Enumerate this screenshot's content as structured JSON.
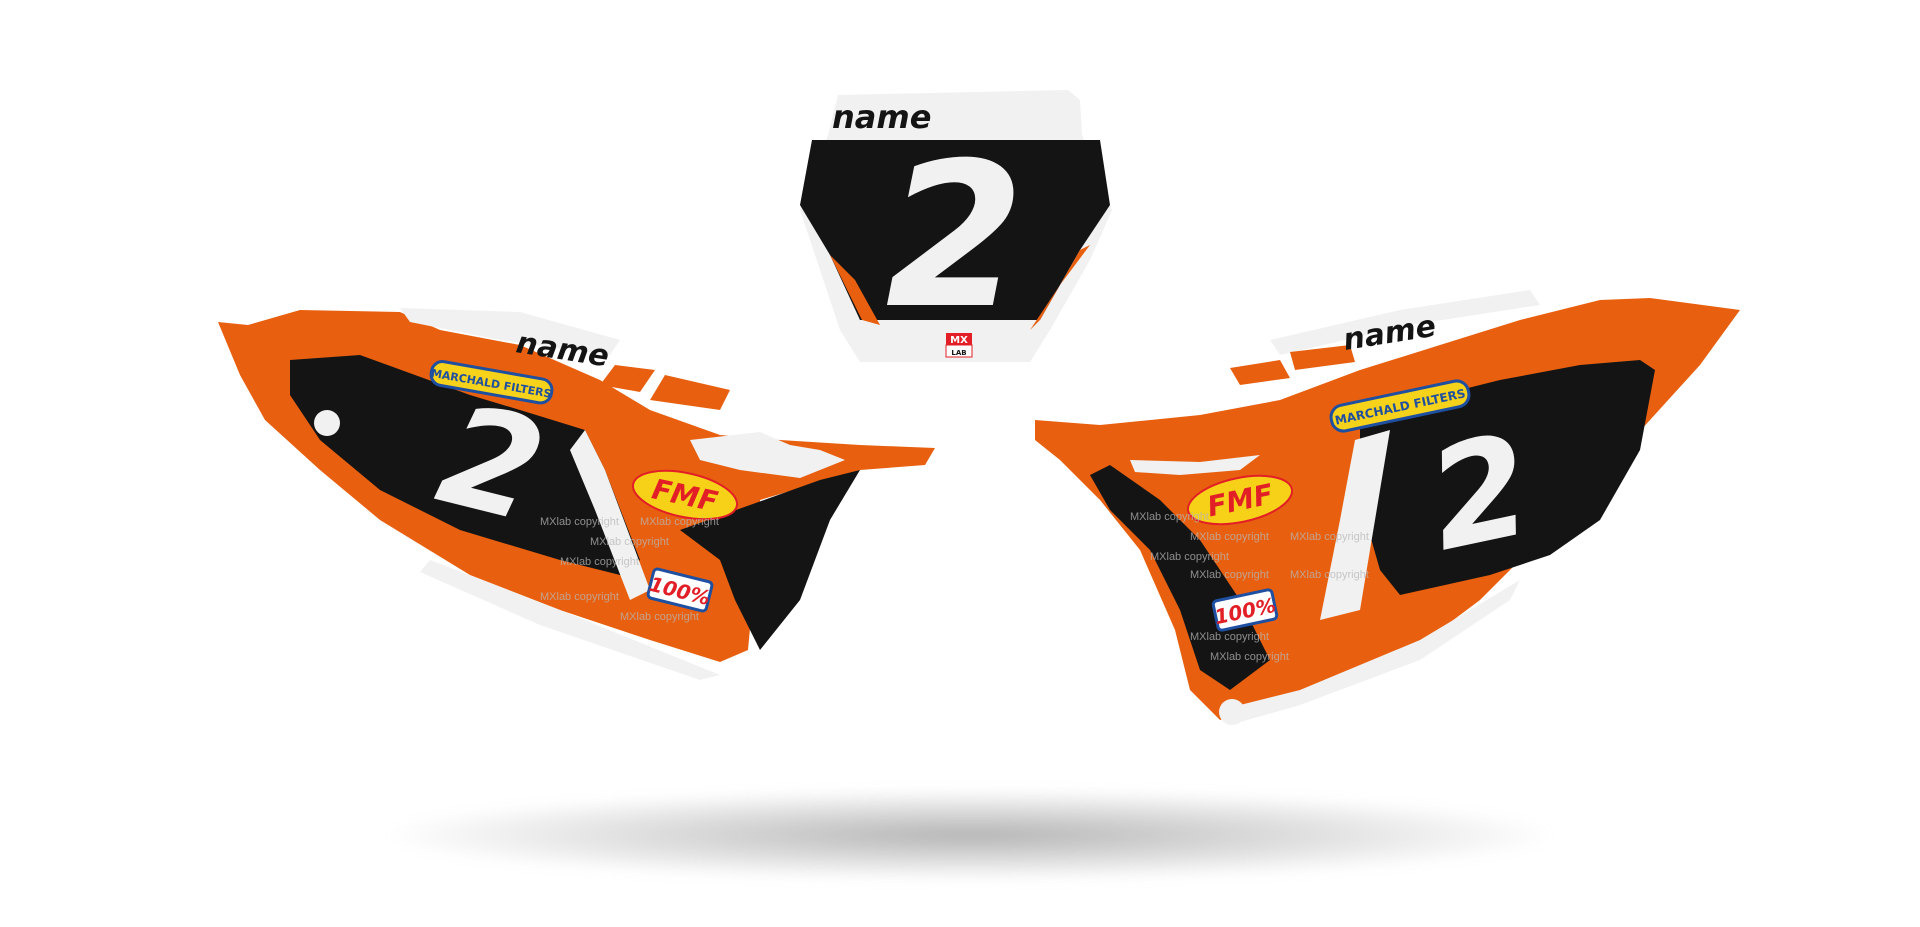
{
  "plates": {
    "front": {
      "name_text": "name",
      "race_number": "2",
      "logo": {
        "top": "MX",
        "bottom": "LAB"
      }
    },
    "left": {
      "name_text": "name",
      "race_number": "2",
      "sponsor_marchald": "MARCHALD FILTERS",
      "sponsor_fmf": "FMF",
      "sponsor_100": "100%"
    },
    "right": {
      "name_text": "name",
      "race_number": "2",
      "sponsor_marchald": "MARCHALD FILTERS",
      "sponsor_fmf": "FMF",
      "sponsor_100": "100%"
    }
  },
  "watermark": "MXlab copyright",
  "colors": {
    "orange": "#e8600f",
    "black": "#141414",
    "white": "#f1f1f1",
    "fmf_yellow": "#f7d117",
    "fmf_red": "#e21f26",
    "marchald_blue": "#1f4fa0",
    "marchald_yellow": "#f6d21a"
  }
}
